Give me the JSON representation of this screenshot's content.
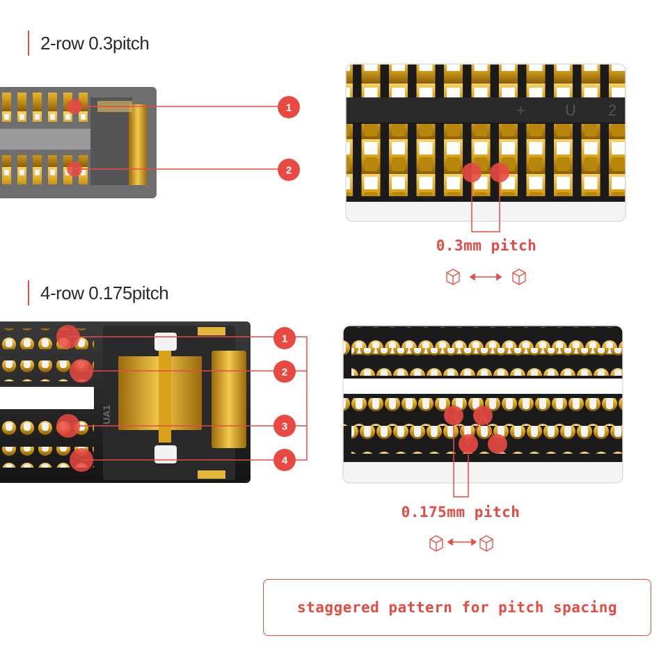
{
  "section_2row": {
    "heading": "2-row 0.3pitch",
    "callouts": [
      "1",
      "2"
    ],
    "pitch_label": "0.3mm pitch"
  },
  "section_4row": {
    "heading": "4-row 0.175pitch",
    "callouts": [
      "1",
      "2",
      "3",
      "4"
    ],
    "pitch_label": "0.175mm pitch",
    "body_mark": "UA1"
  },
  "note": {
    "text": "staggered pattern for pitch spacing"
  },
  "icons": {
    "pitch_indicator": [
      "cube-icon",
      "double-arrow-icon",
      "cube-icon"
    ]
  },
  "colors": {
    "accent": "#e84a42",
    "gold": "#d9a21a",
    "connector_dark": "#1c1c1c",
    "text": "#2a2a2a"
  }
}
